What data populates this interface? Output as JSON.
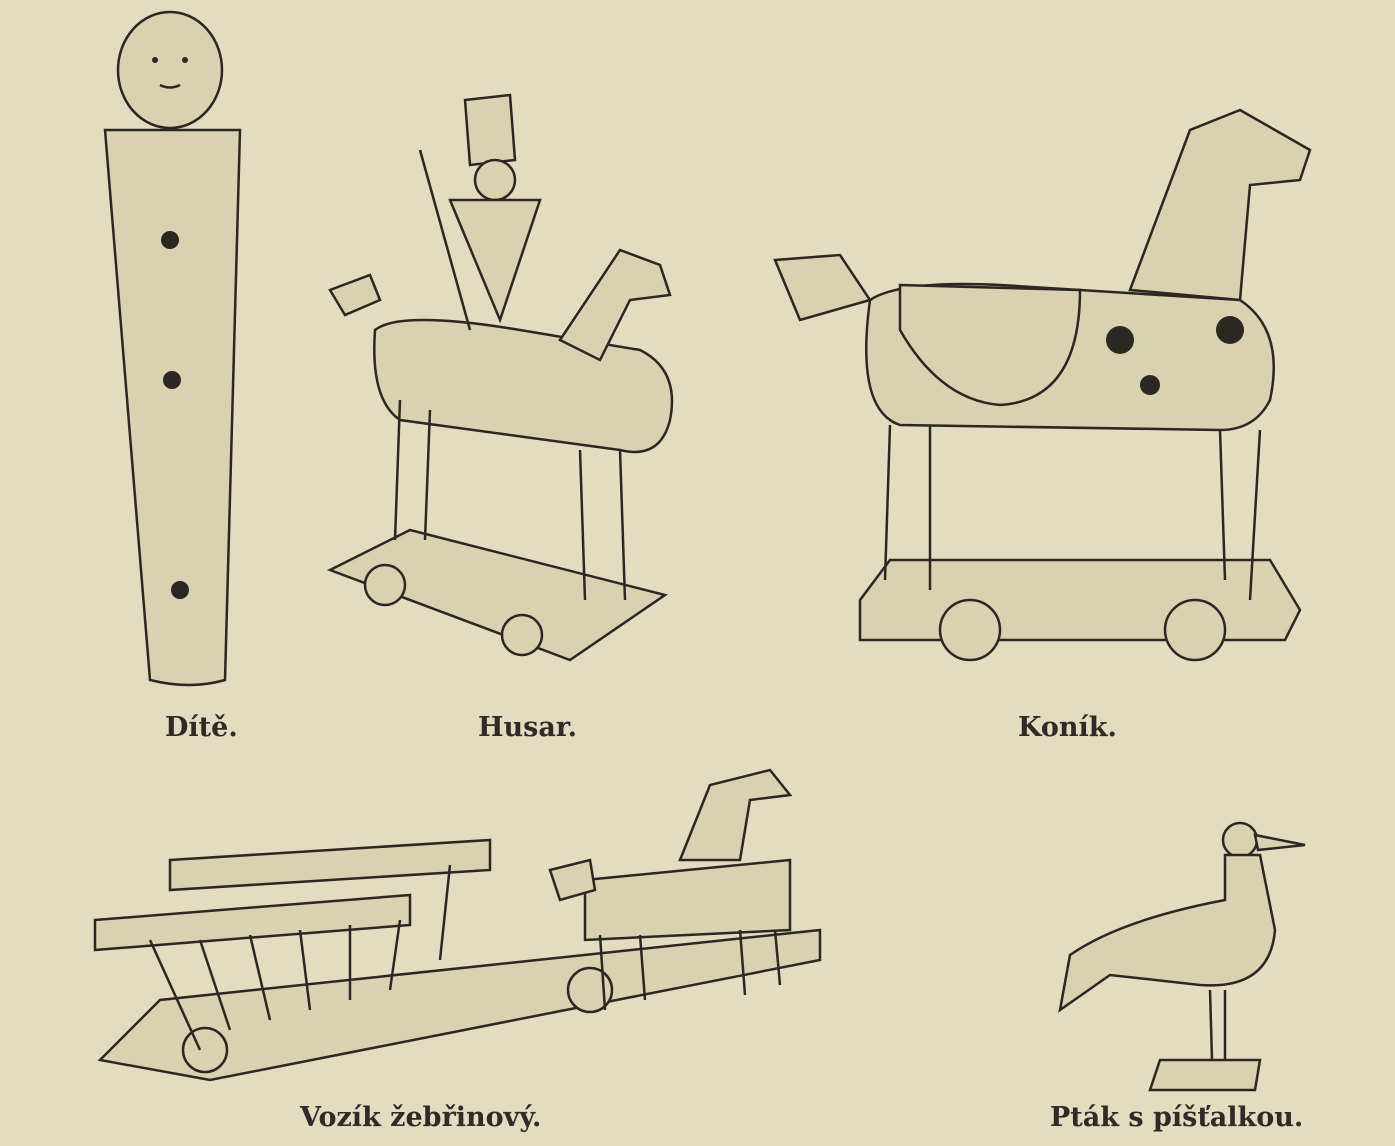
{
  "figures": [
    {
      "caption": "Dítě."
    },
    {
      "caption": "Husar."
    },
    {
      "caption": "Koník."
    },
    {
      "caption": "Vozík žebřinový."
    },
    {
      "caption": "Pták s píšťalkou."
    }
  ]
}
